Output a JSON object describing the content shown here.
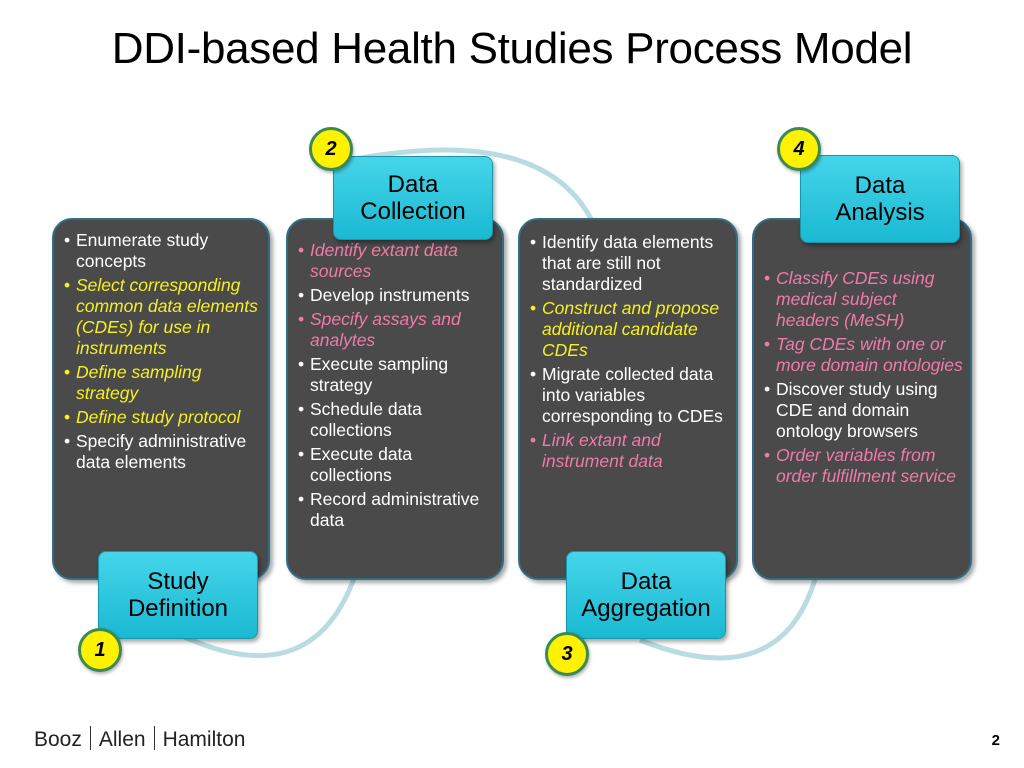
{
  "title": "DDI-based Health Studies Process Model",
  "stages": [
    {
      "number": "1",
      "label_line1": "Study",
      "label_line2": "Definition",
      "items": [
        {
          "text": "Enumerate study concepts",
          "style": "normal"
        },
        {
          "text": "Select corresponding common data elements (CDEs) for use in instruments",
          "style": "yellow"
        },
        {
          "text": "Define sampling strategy",
          "style": "yellow"
        },
        {
          "text": "Define study protocol",
          "style": "yellow"
        },
        {
          "text": "Specify administrative data elements",
          "style": "normal"
        }
      ]
    },
    {
      "number": "2",
      "label_line1": "Data",
      "label_line2": "Collection",
      "items": [
        {
          "text": "Identify extant data sources",
          "style": "pink"
        },
        {
          "text": "Develop instruments",
          "style": "normal"
        },
        {
          "text": "Specify assays and analytes",
          "style": "pink"
        },
        {
          "text": "Execute sampling strategy",
          "style": "normal"
        },
        {
          "text": "Schedule data collections",
          "style": "normal"
        },
        {
          "text": "Execute data collections",
          "style": "normal"
        },
        {
          "text": "Record administrative data",
          "style": "normal"
        }
      ]
    },
    {
      "number": "3",
      "label_line1": "Data",
      "label_line2": "Aggregation",
      "items": [
        {
          "text": "Identify data elements that are still not standardized",
          "style": "normal"
        },
        {
          "text": "Construct and propose additional candidate CDEs",
          "style": "yellow"
        },
        {
          "text": "Migrate collected data into variables corresponding to CDEs",
          "style": "normal"
        },
        {
          "text": "Link extant and instrument data",
          "style": "pink"
        }
      ]
    },
    {
      "number": "4",
      "label_line1": "Data",
      "label_line2": "Analysis",
      "items": [
        {
          "text": "Classify CDEs using medical subject headers (MeSH)",
          "style": "pink"
        },
        {
          "text": "Tag CDEs with one or more domain ontologies",
          "style": "pink"
        },
        {
          "text": "Discover study using CDE and domain ontology browsers",
          "style": "normal"
        },
        {
          "text": "Order variables from order fulfillment service",
          "style": "pink"
        }
      ]
    }
  ],
  "footer": {
    "logo_part1": "Booz",
    "logo_part2": "Allen",
    "logo_part3": "Hamilton",
    "page_number": "2"
  },
  "colors": {
    "panel_bg": "#4a4a4a",
    "label_cyan": "#2cc6de",
    "highlight_yellow": "#f5f01e",
    "highlight_pink": "#f07aa8",
    "badge_yellow": "#fff200",
    "arc_color": "#b9dbe2"
  }
}
